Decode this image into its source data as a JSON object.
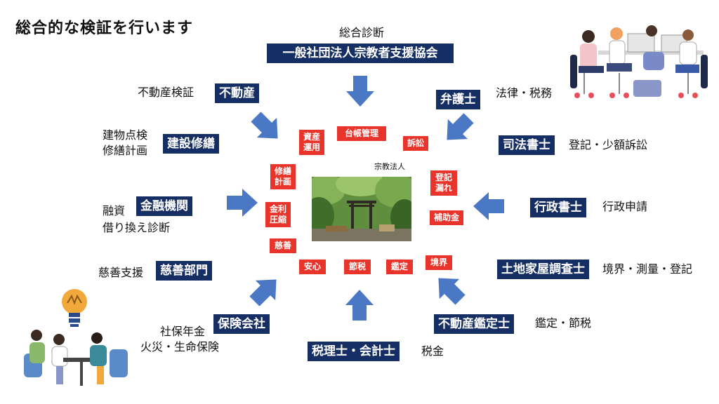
{
  "title": "総合的な検証を行います",
  "top": {
    "caption": "総合診断",
    "org": "一般社団法人宗教者支援協会"
  },
  "center": {
    "label": "宗教法人"
  },
  "experts": {
    "fudosan": {
      "name": "不動産",
      "desc": "不動産検証"
    },
    "kensetsu": {
      "name": "建設修繕",
      "desc_1": "建物点検",
      "desc_2": "修繕計画"
    },
    "kinyu": {
      "name": "金融機関",
      "desc_1": "融資",
      "desc_2": "借り換え診断"
    },
    "jizen": {
      "name": "慈善部門",
      "desc": "慈善支援"
    },
    "hoken": {
      "name": "保険会社",
      "desc_1": "社保年金",
      "desc_2": "火災・生命保険"
    },
    "zeirishi": {
      "name": "税理士・会計士",
      "desc": "税金"
    },
    "kanteishi": {
      "name": "不動産鑑定士",
      "desc": "鑑定・節税"
    },
    "tochi": {
      "name": "土地家屋調査士",
      "desc": "境界・測量・登記"
    },
    "gyosei": {
      "name": "行政書士",
      "desc": "行政申請"
    },
    "shiho": {
      "name": "司法書士",
      "desc": "登記・少額訴訟"
    },
    "bengoshi": {
      "name": "弁護士",
      "desc": "法律・税務"
    }
  },
  "tags": {
    "daicho": "台帳管理",
    "shisan_1": "資産",
    "shisan_2": "運用",
    "sosho": "訴訟",
    "shuzen_1": "修繕",
    "shuzen_2": "計画",
    "kinri_1": "金利",
    "kinri_2": "圧縮",
    "jizen": "慈善",
    "anshin": "安心",
    "setsuzei": "節税",
    "kantei": "鑑定",
    "kyokai": "境界",
    "hojokin": "補助金",
    "toki_1": "登記",
    "toki_2": "漏れ"
  },
  "colors": {
    "navy": "#152e63",
    "red": "#e8342a",
    "arrow": "#4a78c4"
  }
}
